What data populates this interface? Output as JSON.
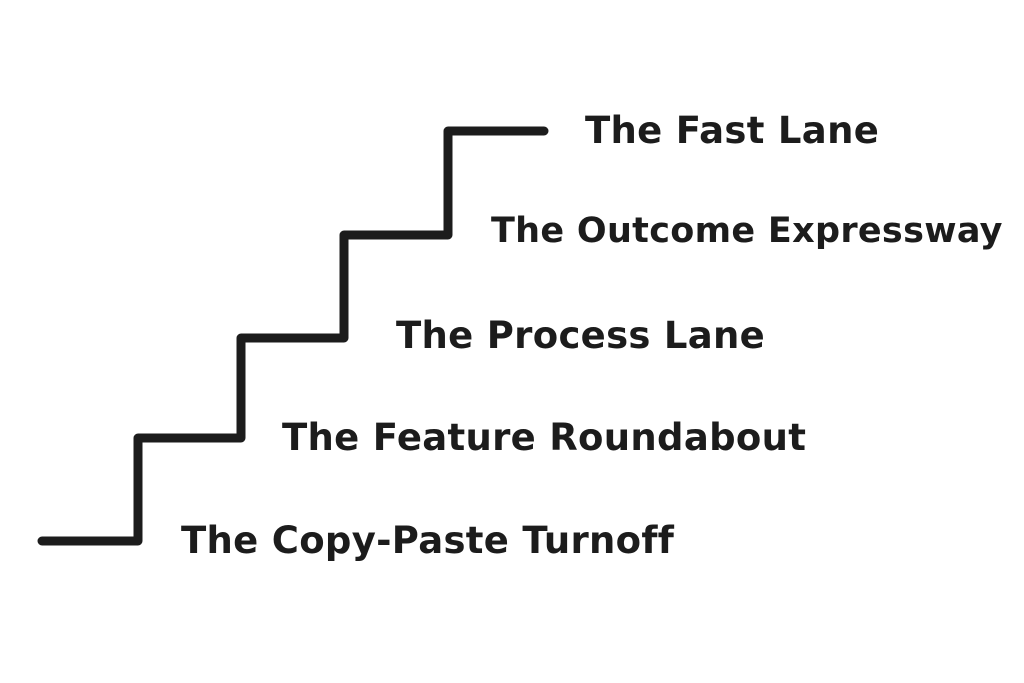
{
  "staircase": {
    "steps": [
      {
        "label": "The Copy-Paste Turnoff"
      },
      {
        "label": "The Feature Roundabout"
      },
      {
        "label": "The Process Lane"
      },
      {
        "label": "The Outcome Expressway"
      },
      {
        "label": "The Fast Lane"
      }
    ],
    "line_color": "#1c1c1c",
    "text_color": "#1c1c1c"
  }
}
